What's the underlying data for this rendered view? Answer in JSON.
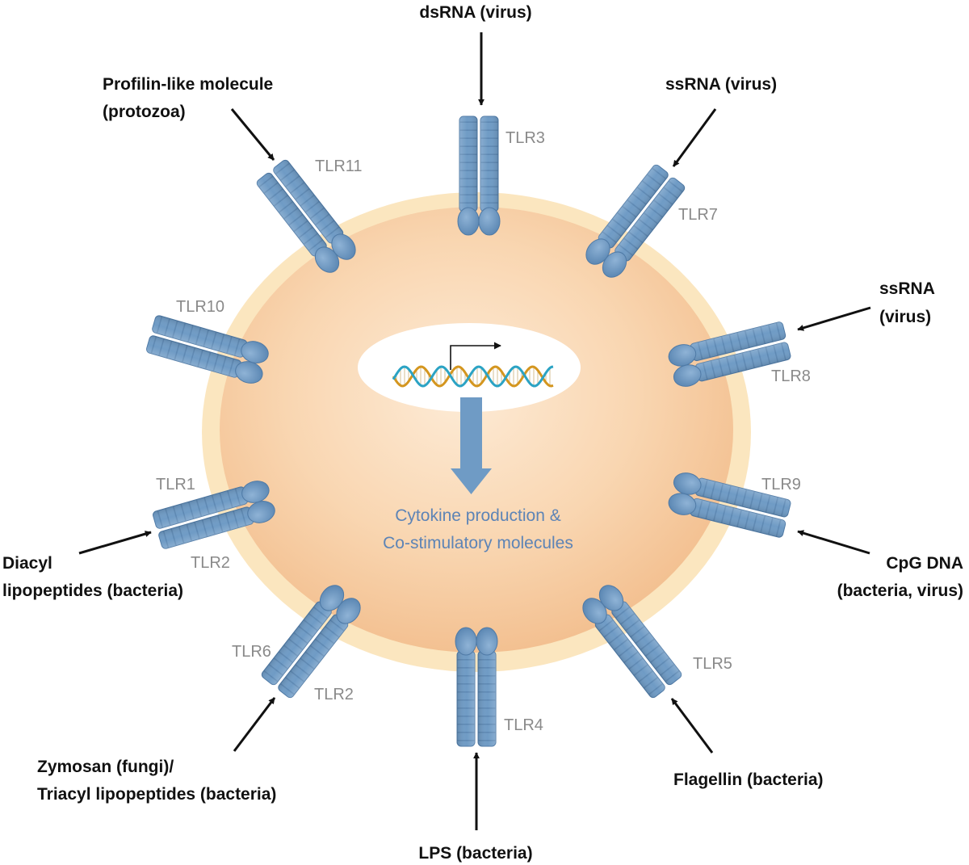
{
  "colors": {
    "receptor": "#6f9bc5",
    "receptor_dark": "#4f7aa6",
    "cell": "#f8d2ab",
    "membrane": "#fbe7bf",
    "dna_gold": "#d4961f",
    "dna_teal": "#2ba3c4",
    "output_arrow": "#6f9bc5",
    "output_text": "#5d84b6"
  },
  "receptors": [
    {
      "id": "tlr3",
      "labels": [
        "TLR3"
      ]
    },
    {
      "id": "tlr7",
      "labels": [
        "TLR7"
      ]
    },
    {
      "id": "tlr8",
      "labels": [
        "TLR8"
      ]
    },
    {
      "id": "tlr9",
      "labels": [
        "TLR9"
      ]
    },
    {
      "id": "tlr5",
      "labels": [
        "TLR5"
      ]
    },
    {
      "id": "tlr4",
      "labels": [
        "TLR4"
      ]
    },
    {
      "id": "tlr6-tlr2",
      "labels": [
        "TLR6",
        "TLR2"
      ]
    },
    {
      "id": "tlr1-tlr2",
      "labels": [
        "TLR1",
        "TLR2"
      ]
    },
    {
      "id": "tlr10",
      "labels": [
        "TLR10"
      ]
    },
    {
      "id": "tlr11",
      "labels": [
        "TLR11"
      ]
    }
  ],
  "ligands": {
    "dsrna": [
      "dsRNA  (virus)"
    ],
    "ssrna_tlr7": [
      "ssRNA (virus)"
    ],
    "ssrna_tlr8": [
      "ssRNA",
      "(virus)"
    ],
    "cpg": [
      "CpG DNA",
      "(bacteria, virus)"
    ],
    "flagellin": [
      "Flagellin (bacteria)"
    ],
    "lps": [
      "LPS (bacteria)"
    ],
    "zymosan": [
      "Zymosan (fungi)/",
      "Triacyl lipopeptides (bacteria)"
    ],
    "diacyl": [
      "Diacyl",
      "lipopeptides (bacteria)"
    ],
    "profilin": [
      "Profilin-like molecule",
      "(protozoa)"
    ]
  },
  "nucleus": {
    "output_lines": [
      "Cytokine production &",
      "Co-stimulatory molecules"
    ]
  }
}
